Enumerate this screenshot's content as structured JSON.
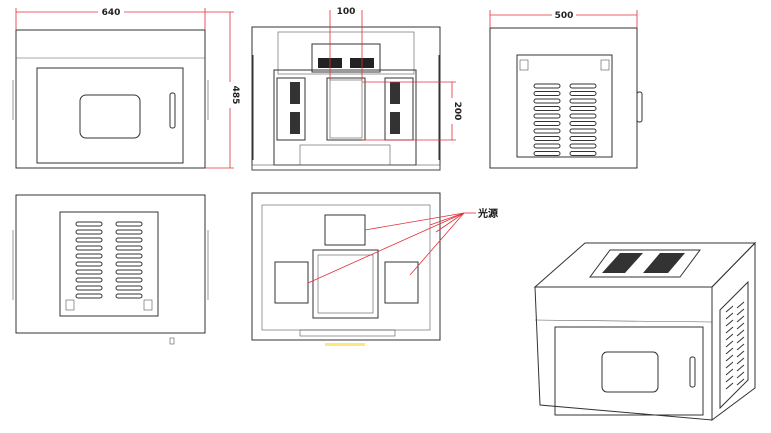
{
  "dimensions": {
    "width": "640",
    "height": "485",
    "depth": "500",
    "module_width": "100",
    "module_height": "200"
  },
  "callout": {
    "label": "光源"
  },
  "colors": {
    "line": "#333333",
    "dimension": "#e0303a"
  }
}
